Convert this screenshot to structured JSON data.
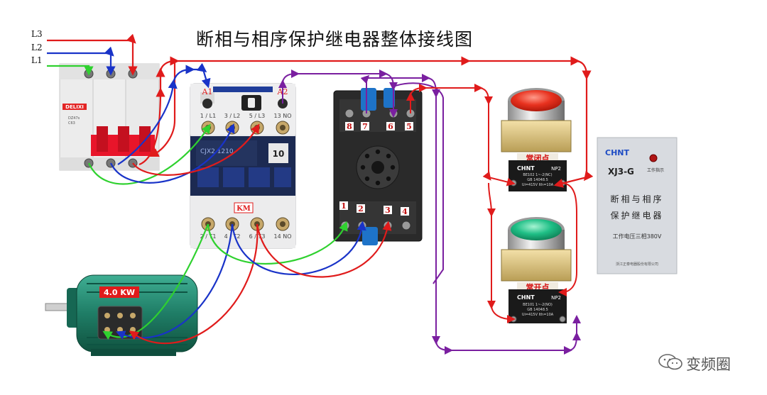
{
  "title": "断相与相序保护继电器整体接线图",
  "watermark": "变频圈",
  "colors": {
    "red": "#e01b1b",
    "blue": "#1933c8",
    "green": "#2fd12f",
    "purple": "#7a1fa0"
  },
  "lines": {
    "l3": "L3",
    "l2": "L2",
    "l1": "L1"
  },
  "breaker": {
    "brand": "DELIXI",
    "model": "DZ47s",
    "rating": "C63"
  },
  "contactor": {
    "coil_a1": "A1",
    "coil_a2": "A2",
    "top": [
      "1 / L1",
      "3 / L2",
      "5 / L3",
      "13 NO"
    ],
    "bottom": [
      "2 / T1",
      "4 / T2",
      "6 / T3",
      "14 NO"
    ],
    "model": "CJX2 1210",
    "aux": "10",
    "label": "KM"
  },
  "relay_base": {
    "top": [
      "8",
      "7",
      "6",
      "5"
    ],
    "bottom": [
      "1",
      "2",
      "3",
      "4"
    ]
  },
  "motor": {
    "power": "4.0 KW"
  },
  "btn_stop": {
    "label": "常闭点",
    "brand": "CHNT",
    "model": "NP2",
    "line1": "BE102 1~-2(NC)",
    "line2": "GB 14048.5",
    "line3": "Ui=415V  Ith=10A"
  },
  "btn_start": {
    "label": "常开点",
    "brand": "CHNT",
    "model": "NP2",
    "line1": "BE101 1~-2(NO)",
    "line2": "GB 14048.5",
    "line3": "Ui=415V  Ith=10A"
  },
  "relay": {
    "brand": "CHNT",
    "model": "XJ3-G",
    "indicator": "工作指示",
    "name_line1": "断相与相序",
    "name_line2": "保护继电器",
    "voltage": "工作电压三相380V",
    "maker": "浙江正泰电器股份有限公司"
  }
}
